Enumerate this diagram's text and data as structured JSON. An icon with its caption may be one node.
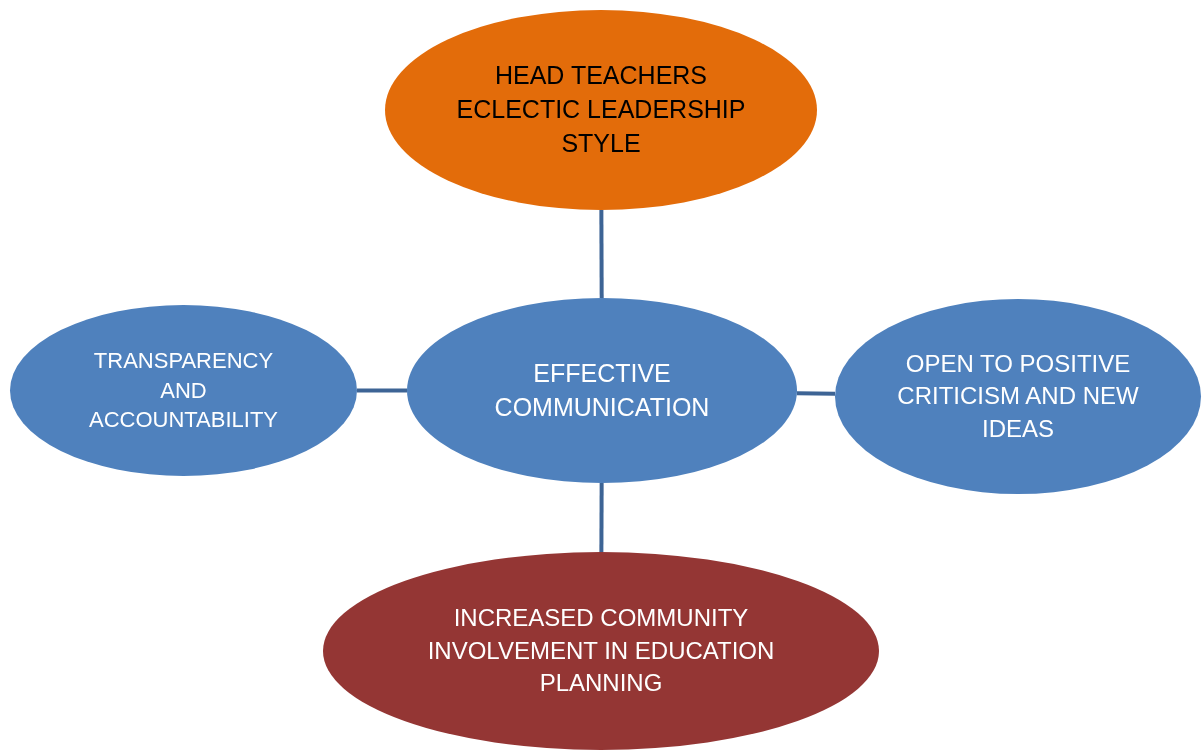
{
  "diagram": {
    "nodes": [
      {
        "text": [
          "HEAD TEACHERS ECLECTIC LEADERSHIP STYLE"
        ]
      },
      {
        "text": [
          "TRANSPARENCY AND ACCOUNTABILITY"
        ]
      },
      {
        "text": [
          "EFFECTIVE COMMUNICATION"
        ]
      },
      {
        "text": [
          "OPEN TO POSITIVE CRITICISM AND NEW IDEAS"
        ]
      },
      {
        "text": [
          "INCREASED COMMUNITY INVOLVEMENT IN EDUCATION PLANNING"
        ]
      }
    ],
    "edges": [
      {
        "from": 0,
        "to": 2,
        "arrow": "none"
      },
      {
        "from": 1,
        "to": 2,
        "arrow": "none"
      },
      {
        "from": 2,
        "to": 3,
        "arrow": "none"
      },
      {
        "from": 2,
        "to": 4,
        "arrow": "none"
      }
    ]
  }
}
